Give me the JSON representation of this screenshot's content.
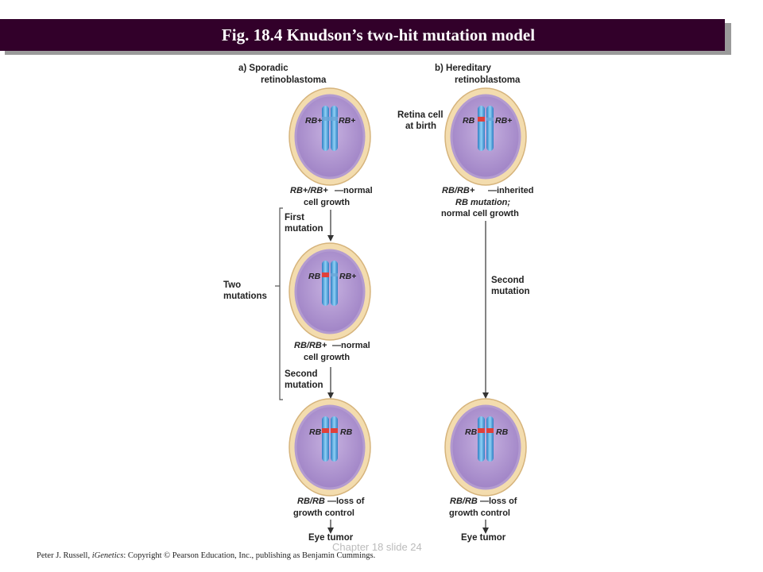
{
  "slide": {
    "title": "Fig. 18.4  Knudson’s two-hit mutation model",
    "slide_number": "Chapter 18 slide 24",
    "credit_prefix": "Peter J. Russell, ",
    "credit_book": "iGenetics",
    "credit_suffix": ": Copyright © Pearson Education, Inc., publishing as Benjamin Cummings."
  },
  "figure": {
    "panel_a": {
      "line1": "a) Sporadic",
      "line2": "retinoblastoma"
    },
    "panel_b": {
      "line1": "b) Hereditary",
      "line2": "retinoblastoma"
    },
    "retina_label": {
      "line1": "Retina cell",
      "line2": "at birth"
    },
    "two_mutations": {
      "line1": "Two",
      "line2": "mutations"
    },
    "first_mutation": {
      "line1": "First",
      "line2": "mutation"
    },
    "second_mutation_a": {
      "line1": "Second",
      "line2": "mutation"
    },
    "second_mutation_b": {
      "line1": "Second",
      "line2": "mutation"
    },
    "cell_a1": {
      "left": "RB+",
      "right": "RB+"
    },
    "cell_a2": {
      "left": "RB",
      "right": "RB+"
    },
    "cell_a3": {
      "left": "RB",
      "right": "RB"
    },
    "cell_b1": {
      "left": "RB",
      "right": "RB+"
    },
    "cell_b3": {
      "left": "RB",
      "right": "RB"
    },
    "caption_a1": {
      "genotype": "RB+/RB+",
      "line1": "—normal",
      "line2": "cell growth"
    },
    "caption_a2": {
      "genotype": "RB/RB+",
      "line1": "—normal",
      "line2": "cell growth"
    },
    "caption_a3": {
      "genotype": "RB/RB",
      "line1": "—loss of",
      "line2": "growth control"
    },
    "caption_b1": {
      "genotype": "RB/RB+",
      "line1": "—inherited",
      "line2": "RB mutation;",
      "line3": "normal cell growth"
    },
    "caption_b3": {
      "genotype": "RB/RB",
      "line1": "—loss of",
      "line2": "growth control"
    },
    "eye_tumor_a": "Eye tumor",
    "eye_tumor_b": "Eye tumor"
  },
  "colors": {
    "title_bar": "#32002a",
    "cell_outer": "#f3dcae",
    "nucleus": "#b8a0d4",
    "chromosome": "#5aa8e0",
    "mutation_band": "#e0403a"
  },
  "icons": [
    "arrow-down-icon",
    "bracket-icon",
    "chromosome-icon"
  ]
}
